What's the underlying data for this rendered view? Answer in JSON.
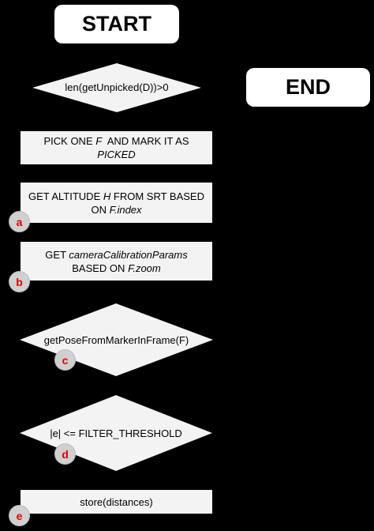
{
  "start": {
    "label": "START"
  },
  "end": {
    "label": "END"
  },
  "decision_unpicked": {
    "label": "len(getUnpicked(D))>0"
  },
  "pick": {
    "line1": "PICK ONE",
    "var": "F",
    "line1b": "AND MARK IT AS",
    "line2": "PICKED"
  },
  "altitude": {
    "text1": "GET ALTITUDE",
    "var": "H",
    "text2": "FROM SRT BASED",
    "text3": "ON",
    "var2": "F.index"
  },
  "calibration": {
    "text1": "GET",
    "var": "cameraCalibrationParams",
    "text2": "BASED ON",
    "var2": "F.zoom"
  },
  "decision_pose": {
    "label": "getPoseFromMarkerInFrame(F)"
  },
  "decision_threshold": {
    "label": "|e| <= FILTER_THRESHOLD"
  },
  "store": {
    "label": "store(distances)"
  },
  "badges": {
    "a": "a",
    "b": "b",
    "c": "c",
    "d": "d",
    "e": "e"
  }
}
